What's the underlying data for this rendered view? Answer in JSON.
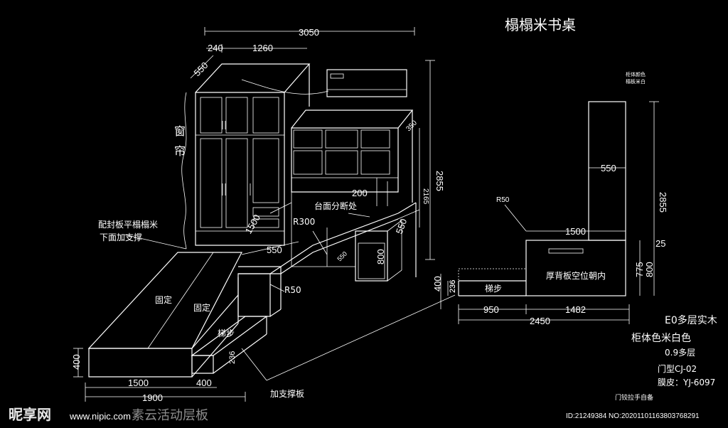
{
  "title": "榻榻米书桌",
  "left_view": {
    "dims": {
      "d3050": "3050",
      "d240": "240",
      "d1260": "1260",
      "d550a": "550",
      "d2855": "2855",
      "d2165": "2165",
      "d350": "350",
      "d200": "200",
      "d1500r": "1500",
      "d550b": "550",
      "d550c": "550",
      "d800": "800",
      "d400a": "400",
      "d236a": "236",
      "d1500": "1500",
      "d400b": "400",
      "d1900": "1900",
      "d400c": "400",
      "d236b": "236",
      "d550d": "550"
    },
    "labels": {
      "curtain1": "窗",
      "curtain2": "帘",
      "note1": "配封板平榻榻米",
      "note2": "下面加支撑",
      "counter_break": "台面分断处",
      "r300": "R300",
      "r50": "R50",
      "fixed1": "固定",
      "fixed2": "固定",
      "step": "梯步",
      "support": "加支撑板"
    }
  },
  "right_view": {
    "dims": {
      "r50": "R50",
      "d550": "550",
      "d2855": "2855",
      "d1500": "1500",
      "d25": "25",
      "d775": "775",
      "d800": "800",
      "d236": "236",
      "d950": "950",
      "d1482": "1482",
      "d2450": "2450"
    },
    "labels": {
      "back_panel": "厚背板空位朝内",
      "step": "梯步",
      "tiny_note1": "柜体颜色",
      "tiny_note2": "榻板米白"
    }
  },
  "specs": {
    "material": "E0多层实木",
    "color": "柜体色米白色",
    "layer": "0.9多层",
    "door": "门型CJ-02",
    "film": "膜皮：YJ-6097",
    "handle": "门铰拉手自备"
  },
  "watermark": {
    "brand": "昵享网",
    "site": "www.nipic.com",
    "overlay": "素云活动层板",
    "id_text": "ID:21249384 NO:20201101163803768291"
  }
}
